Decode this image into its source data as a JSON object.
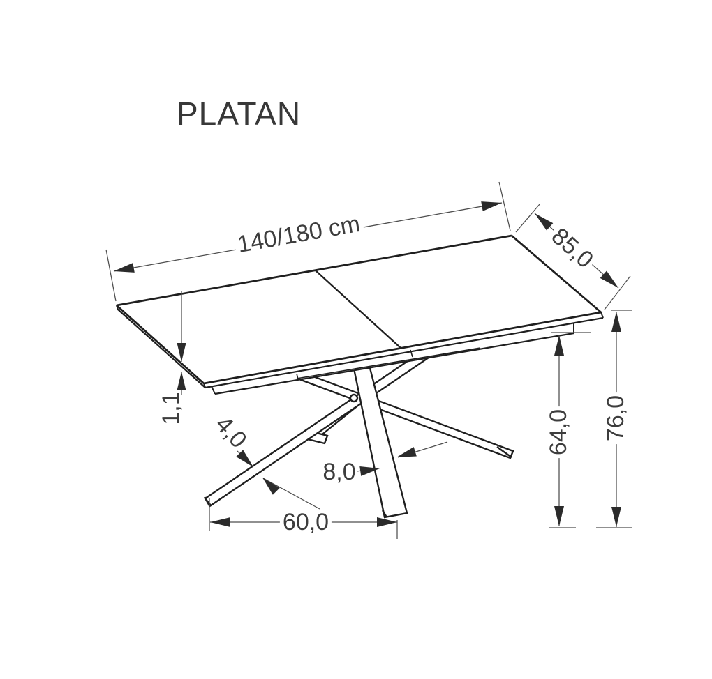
{
  "title": "PLATAN",
  "drawing": {
    "product": "PLATAN",
    "unit": "cm",
    "dimensions": {
      "length": {
        "label": "140/180 cm",
        "value": "140/180"
      },
      "depth": {
        "label": "85,0",
        "value": 85.0
      },
      "top_thickness": {
        "label": "1,1",
        "value": 1.1
      },
      "leg_profile_narrow": {
        "label": "4,0",
        "value": 4.0
      },
      "leg_profile_wide": {
        "label": "8,0",
        "value": 8.0
      },
      "base_width": {
        "label": "60,0",
        "value": 60.0
      },
      "height_under_frame": {
        "label": "64,0",
        "value": 64.0
      },
      "total_height": {
        "label": "76,0",
        "value": 76.0
      }
    },
    "colors": {
      "background": "#ffffff",
      "outline": "#1f1f1f",
      "dimension_lines": "#4d4d4d",
      "arrowheads": "#2b2b2b",
      "text": "#3d3d3d"
    }
  }
}
